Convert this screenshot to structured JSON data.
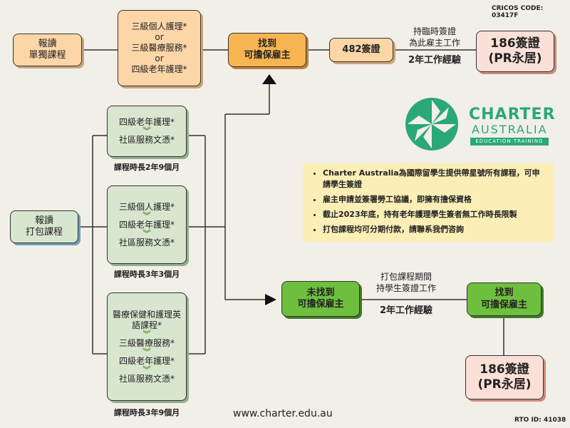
{
  "cricos_code": "CRICOS CODE: 03417F",
  "rto_id": "RTO ID: 41038",
  "website": "www.charter.edu.au",
  "logo": {
    "line1": "CHARTER",
    "line2": "AUSTRALIA",
    "tagline": "EDUCATION·TRAINING",
    "icon": "pinwheel-icon",
    "colors": {
      "primary": "#2aa876",
      "tagline_bg": "#2aa876"
    }
  },
  "single_course": {
    "label_line1": "報讀",
    "label_line2": "單獨課程",
    "options": [
      "三級個人護理*",
      "or",
      "三級醫療服務*",
      "or",
      "四級老年護理*"
    ]
  },
  "find_employer_top": {
    "line1": "找到",
    "line2": "可擔保雇主"
  },
  "visa_482": "482簽證",
  "temp_visa_note": {
    "line1": "持臨時簽證",
    "line2": "為此雇主工作"
  },
  "two_year_exp_top": "2年工作經驗",
  "pr_top": {
    "line1": "186簽證",
    "line2": "(PR永居)"
  },
  "package_course": {
    "label_line1": "報讀",
    "label_line2": "打包課程"
  },
  "packages": [
    {
      "items": [
        "四級老年護理*",
        "社區服務文憑*"
      ],
      "duration": "課程時長2年9個月"
    },
    {
      "items": [
        "三級個人護理*",
        "四級老年護理*",
        "社區服務文憑*"
      ],
      "duration": "課程時長3年3個月"
    },
    {
      "items": [
        "醫療保健和護理英語課程*",
        "三級醫療服務*",
        "四級老年護理*",
        "社區服務文憑*"
      ],
      "duration": "課程時長3年9個月"
    }
  ],
  "notes": [
    "Charter Australia為國際留學生提供帶星號所有課程，可申請學生簽證",
    "雇主申請並簽署勞工協議，即擁有擔保資格",
    "截止2023年底，持有老年護理學生簽者無工作時長限製",
    "打包課程均可分期付款，請聯系我們咨詢"
  ],
  "not_found_employer": {
    "line1": "未找到",
    "line2": "可擔保雇主"
  },
  "package_work_note": {
    "line1": "打包課程期間",
    "line2": "持學生簽證工作"
  },
  "two_year_exp_bottom": "2年工作經驗",
  "find_employer_bottom": {
    "line1": "找到",
    "line2": "可擔保雇主"
  },
  "pr_bottom": {
    "line1": "186簽證",
    "line2": "(PR永居)"
  }
}
